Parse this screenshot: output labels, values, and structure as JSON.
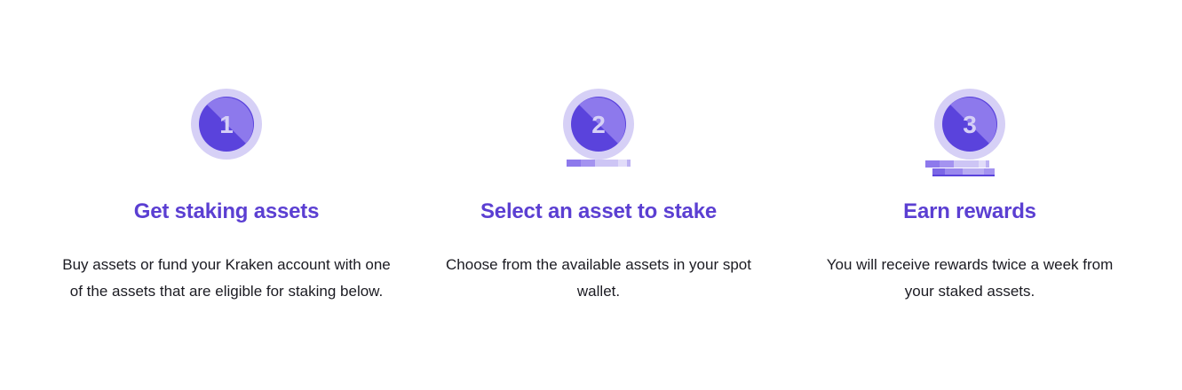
{
  "colors": {
    "accent": "#5b3fd2",
    "coin_dark": "#5a43dc",
    "coin_light": "#8d79ec",
    "coin_ring": "#d6d0f6",
    "text": "#1b1b22",
    "background": "#ffffff"
  },
  "steps": [
    {
      "number": "1",
      "icon": "coin-icon",
      "title": "Get staking assets",
      "description": "Buy assets or fund your Kraken account with one of the assets that are eligible for staking below."
    },
    {
      "number": "2",
      "icon": "coin-stack-icon",
      "title": "Select an asset to stake",
      "description": "Choose from the available assets in your spot wallet."
    },
    {
      "number": "3",
      "icon": "coin-stack-icon",
      "title": "Earn rewards",
      "description": "You will receive rewards twice a week from your staked assets."
    }
  ]
}
